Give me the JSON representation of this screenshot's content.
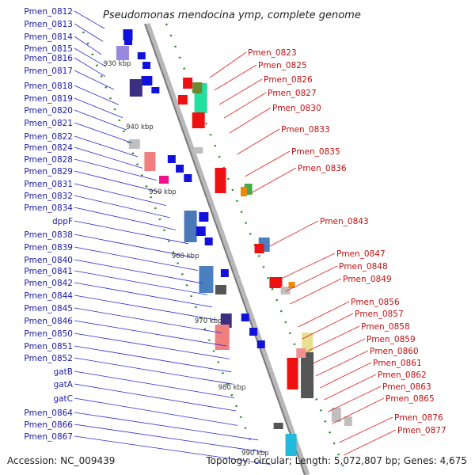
{
  "title": "Pseudomonas mendocina ymp, complete genome",
  "accession": "Accession: NC_009439",
  "topology": "Topology: circular; Length: 5,072,807 bp; Genes: 4,675",
  "ticks": [
    "930 kbp",
    "940 kbp",
    "950 kbp",
    "960 kbp",
    "970 kbp",
    "980 kbp",
    "990 kbp"
  ],
  "left_genes": [
    "Pmen_0812",
    "Pmen_0813",
    "Pmen_0814",
    "Pmen_0815",
    "Pmen_0816",
    "Pmen_0817",
    "Pmen_0818",
    "Pmen_0819",
    "Pmen_0820",
    "Pmen_0821",
    "Pmen_0822",
    "Pmen_0824",
    "Pmen_0828",
    "Pmen_0829",
    "Pmen_0831",
    "Pmen_0832",
    "Pmen_0834",
    "dppF",
    "Pmen_0838",
    "Pmen_0839",
    "Pmen_0840",
    "Pmen_0841",
    "Pmen_0842",
    "Pmen_0844",
    "Pmen_0845",
    "Pmen_0846",
    "Pmen_0850",
    "Pmen_0851",
    "Pmen_0852",
    "gatB",
    "gatA",
    "gatC",
    "Pmen_0864",
    "Pmen_0866",
    "Pmen_0867"
  ],
  "right_genes": [
    "Pmen_0823",
    "Pmen_0825",
    "Pmen_0826",
    "Pmen_0827",
    "Pmen_0830",
    "Pmen_0833",
    "Pmen_0835",
    "Pmen_0836",
    "Pmen_0843",
    "Pmen_0847",
    "Pmen_0848",
    "Pmen_0849",
    "Pmen_0856",
    "Pmen_0857",
    "Pmen_0858",
    "Pmen_0859",
    "Pmen_0860",
    "Pmen_0861",
    "Pmen_0862",
    "Pmen_0863",
    "Pmen_0865",
    "Pmen_0876",
    "Pmen_0877"
  ],
  "colors": {
    "backbone": "#8c8c8c",
    "left_label": "#1a1aa8",
    "right_label": "#c01010",
    "forward_feature": "#ee1111",
    "reverse_feature": "#1111dd",
    "tick": "#2a8a2a"
  }
}
